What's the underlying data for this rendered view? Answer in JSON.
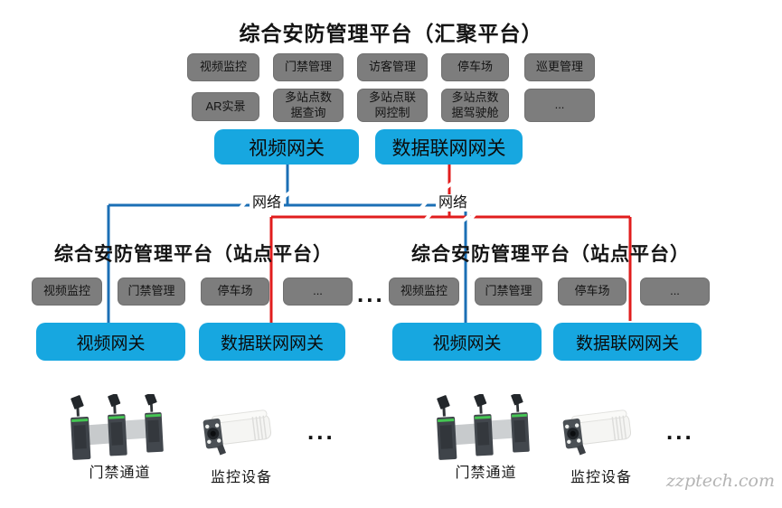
{
  "colors": {
    "module_gray": "#7d7d7d",
    "gateway_blue": "#17a7e0",
    "line_blue": "#1b6fb5",
    "line_red": "#e11d1d"
  },
  "hub": {
    "title": "综合安防管理平台（汇聚平台）",
    "modules_row1": [
      "视频监控",
      "门禁管理",
      "访客管理",
      "停车场",
      "巡更管理"
    ],
    "modules_row2": [
      "AR实景",
      "多站点数据查询",
      "多站点联网控制",
      "多站点数据驾驶舱",
      "..."
    ],
    "gateways": [
      "视频网关",
      "数据联网网关"
    ]
  },
  "network": {
    "left_label": "网络",
    "right_label": "网络"
  },
  "sites_separator": "...",
  "sites": [
    {
      "title": "综合安防管理平台（站点平台）",
      "modules": [
        "视频监控",
        "门禁管理",
        "停车场",
        "..."
      ],
      "gateways": [
        "视频网关",
        "数据联网网关"
      ],
      "devices": {
        "gate_label": "门禁通道",
        "camera_label": "监控设备",
        "more": "..."
      }
    },
    {
      "title": "综合安防管理平台（站点平台）",
      "modules": [
        "视频监控",
        "门禁管理",
        "停车场",
        "..."
      ],
      "gateways": [
        "视频网关",
        "数据联网网关"
      ],
      "devices": {
        "gate_label": "门禁通道",
        "camera_label": "监控设备",
        "more": "..."
      }
    }
  ],
  "watermark": "zzptech.com"
}
